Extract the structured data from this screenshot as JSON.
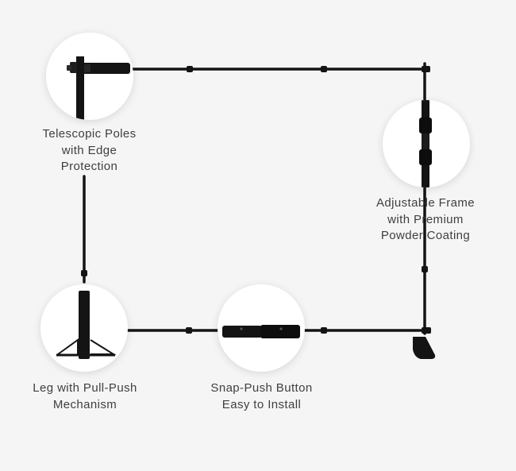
{
  "features": [
    {
      "id": "telescopic",
      "lines": [
        "Telescopic Poles",
        "with Edge",
        "Protection"
      ]
    },
    {
      "id": "frame",
      "lines": [
        "Adjustable Frame",
        "with Premium",
        "Powder Coating"
      ]
    },
    {
      "id": "leg",
      "lines": [
        "Leg with Pull-Push",
        "Mechanism"
      ]
    },
    {
      "id": "button",
      "lines": [
        "Snap-Push Button",
        "Easy to Install"
      ]
    }
  ],
  "colors": {
    "background": "#f5f5f5",
    "metal": "#141414",
    "text": "#3f3f3f"
  }
}
